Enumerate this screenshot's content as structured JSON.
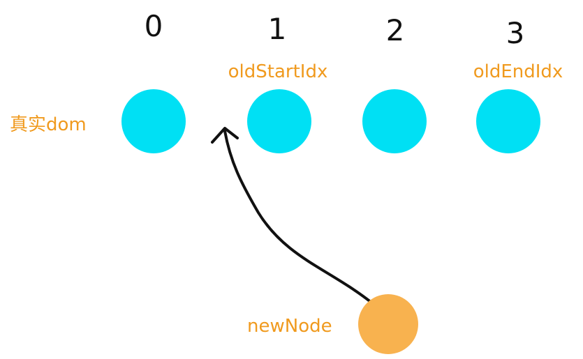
{
  "diagram": {
    "indices": [
      "0",
      "1",
      "2",
      "3"
    ],
    "real_dom_label": "真实dom",
    "old_start_label": "oldStartIdx",
    "old_end_label": "oldEndIdx",
    "new_node_label": "newNode"
  },
  "colors": {
    "real_dom_node": "#00e0f4",
    "new_node": "#f8b24f",
    "label_text": "#f09a1e",
    "arrow": "#111111",
    "index_text": "#111111"
  }
}
